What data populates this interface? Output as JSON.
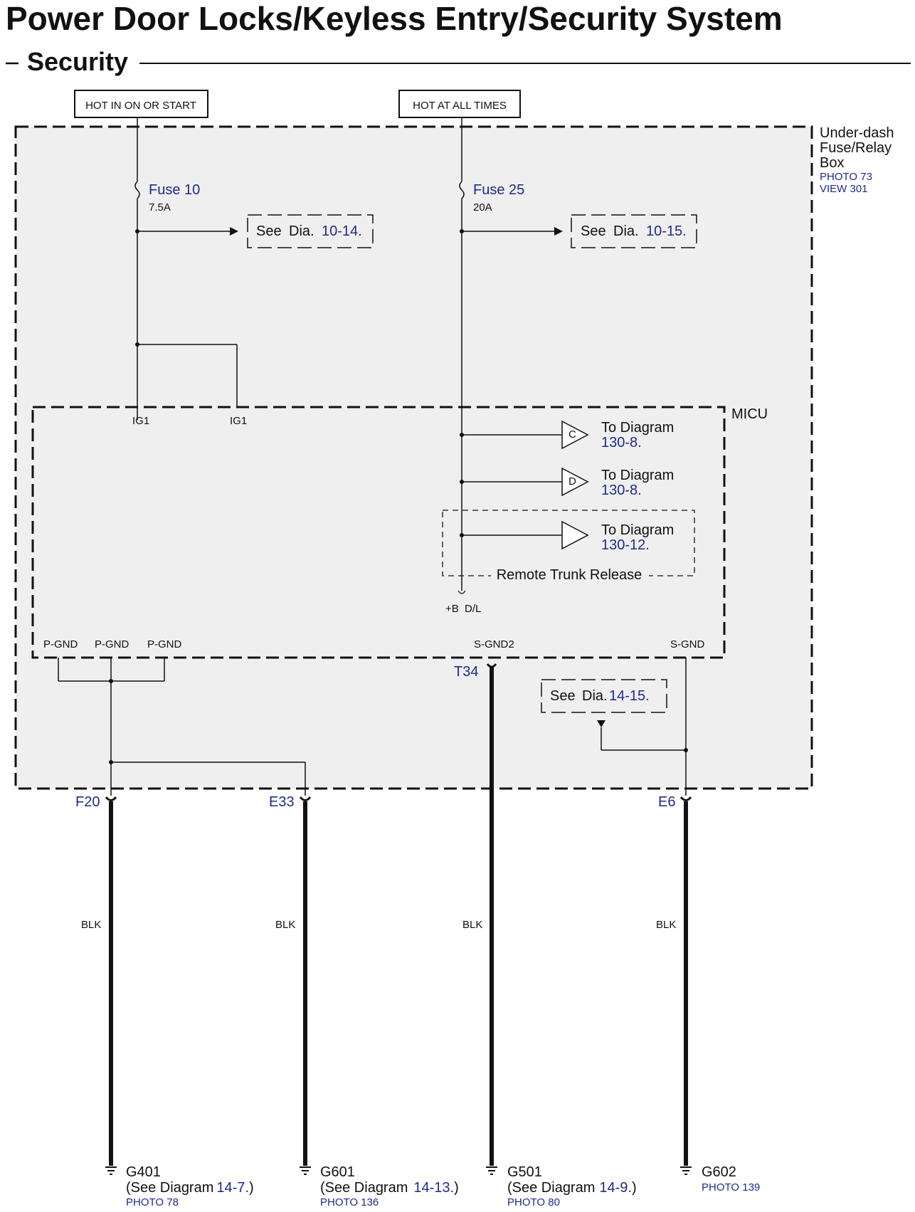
{
  "title": "Power Door Locks/Keyless Entry/Security System",
  "subtitle": "Security",
  "power_sources": {
    "ign": "HOT IN ON OR START",
    "bat": "HOT AT ALL TIMES"
  },
  "fuse_box": {
    "name_line1": "Under-dash",
    "name_line2": "Fuse/Relay",
    "name_line3": "Box",
    "photo": "PHOTO 73",
    "view": "VIEW 301"
  },
  "fuses": [
    {
      "name": "Fuse 10",
      "rating": "7.5A",
      "see_prefix": "See",
      "see_dia": "Dia.",
      "see_ref": "10-14."
    },
    {
      "name": "Fuse 25",
      "rating": "20A",
      "see_prefix": "See",
      "see_dia": "Dia.",
      "see_ref": "10-15."
    }
  ],
  "micu": {
    "name": "MICU",
    "pins_top": [
      "IG1",
      "IG1"
    ],
    "outputs": [
      {
        "letter": "C",
        "line1": "To Diagram",
        "ref": "130-8."
      },
      {
        "letter": "D",
        "line1": "To Diagram",
        "ref": "130-8."
      },
      {
        "letter": "",
        "line1": "To Diagram",
        "ref": "130-12."
      }
    ],
    "option_label": "Remote Trunk Release",
    "pin_b": "+B",
    "pin_dl": "D/L",
    "pins_bottom": [
      "P-GND",
      "P-GND",
      "P-GND",
      "S-GND2",
      "S-GND"
    ]
  },
  "connector_t34": "T34",
  "see_dia_1415": {
    "prefix": "See",
    "dia": "Dia.",
    "ref": "14-15."
  },
  "connectors": [
    "F20",
    "E33",
    "E6"
  ],
  "wire_color": "BLK",
  "grounds": [
    {
      "id": "G401",
      "note_prefix": "(See Diagram",
      "note_ref": "14-7.",
      "note_suffix": ")",
      "photo": "PHOTO 78"
    },
    {
      "id": "G601",
      "note_prefix": "(See Diagram",
      "note_ref": "14-13.",
      "note_suffix": ")",
      "photo": "PHOTO 136"
    },
    {
      "id": "G501",
      "note_prefix": "(See Diagram",
      "note_ref": "14-9.",
      "note_suffix": ")",
      "photo": "PHOTO 80"
    },
    {
      "id": "G602",
      "note_prefix": "",
      "note_ref": "",
      "note_suffix": "",
      "photo": "PHOTO 139"
    }
  ],
  "colors": {
    "link": "#1f2a8c",
    "box_fill": "#efefef",
    "line": "#111111"
  }
}
